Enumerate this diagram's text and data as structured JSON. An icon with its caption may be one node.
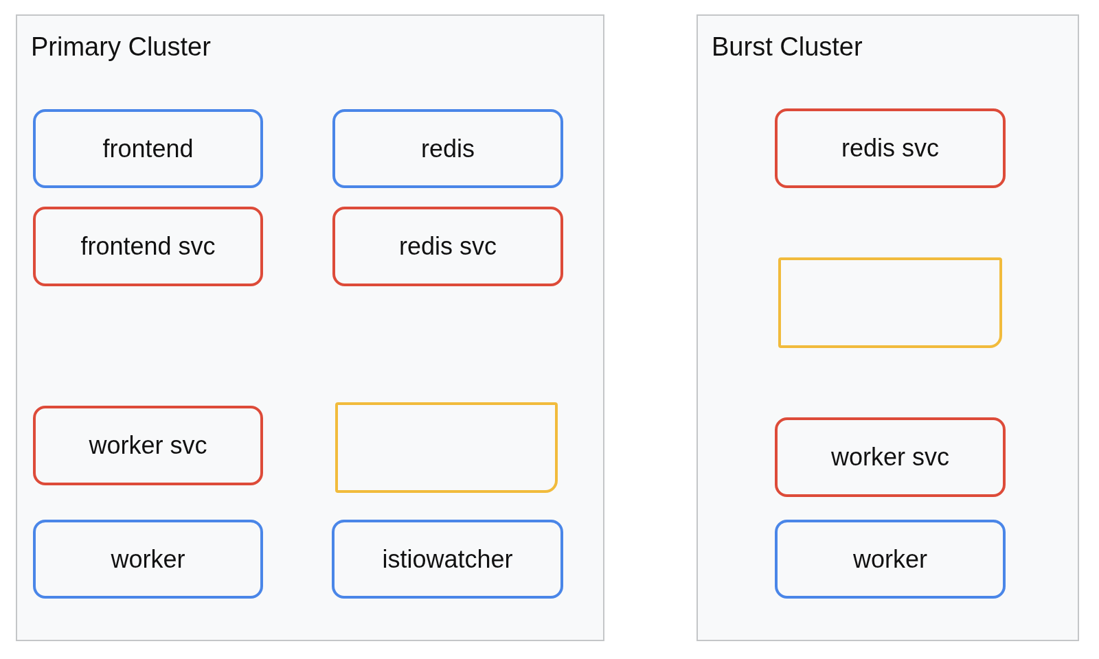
{
  "diagram": {
    "nodes": [
      {
        "text": [
          "Primary Cluster"
        ]
      },
      {
        "text": [
          "frontend"
        ],
        "in": 0
      },
      {
        "text": [
          "redis"
        ],
        "in": 0
      },
      {
        "text": [
          "frontend svc"
        ],
        "in": 0
      },
      {
        "text": [
          "redis svc"
        ],
        "in": 0
      },
      {
        "text": [
          "worker svc"
        ],
        "in": 0
      },
      {
        "text": [],
        "shape": "box",
        "in": 0
      },
      {
        "text": [
          "worker"
        ],
        "in": 0
      },
      {
        "text": [
          "istiowatcher"
        ],
        "in": 0
      },
      {
        "text": [
          "Burst Cluster"
        ]
      },
      {
        "text": [
          "redis svc"
        ],
        "in": 9
      },
      {
        "text": [],
        "shape": "box",
        "in": 9
      },
      {
        "text": [
          "worker svc"
        ],
        "in": 9
      },
      {
        "text": [
          "worker"
        ],
        "in": 9
      }
    ]
  }
}
